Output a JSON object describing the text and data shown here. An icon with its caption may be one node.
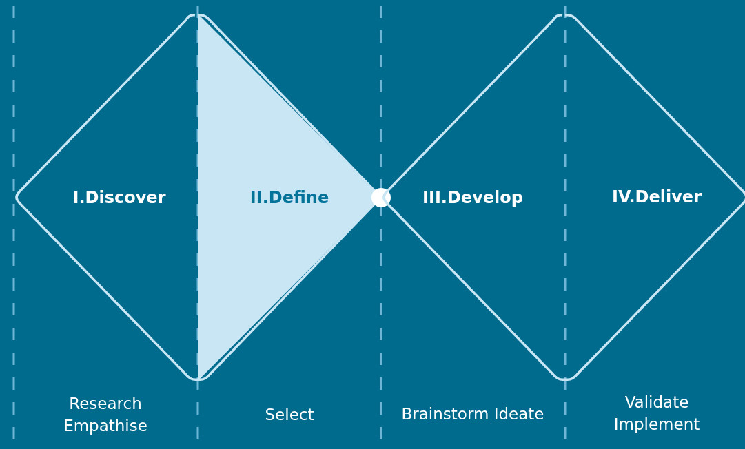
{
  "diagram": {
    "nodes": [
      {
        "text": [
          "I.Discover"
        ]
      },
      {
        "text": [
          "II.Define"
        ]
      },
      {
        "text": [],
        "shape": "circle"
      },
      {
        "text": [
          "III.Develop"
        ]
      },
      {
        "text": [
          "IV.Deliver"
        ]
      }
    ],
    "labels": [
      "Research Empathise",
      "Select",
      "Brainstorm Ideate",
      "Validate Implement"
    ]
  }
}
